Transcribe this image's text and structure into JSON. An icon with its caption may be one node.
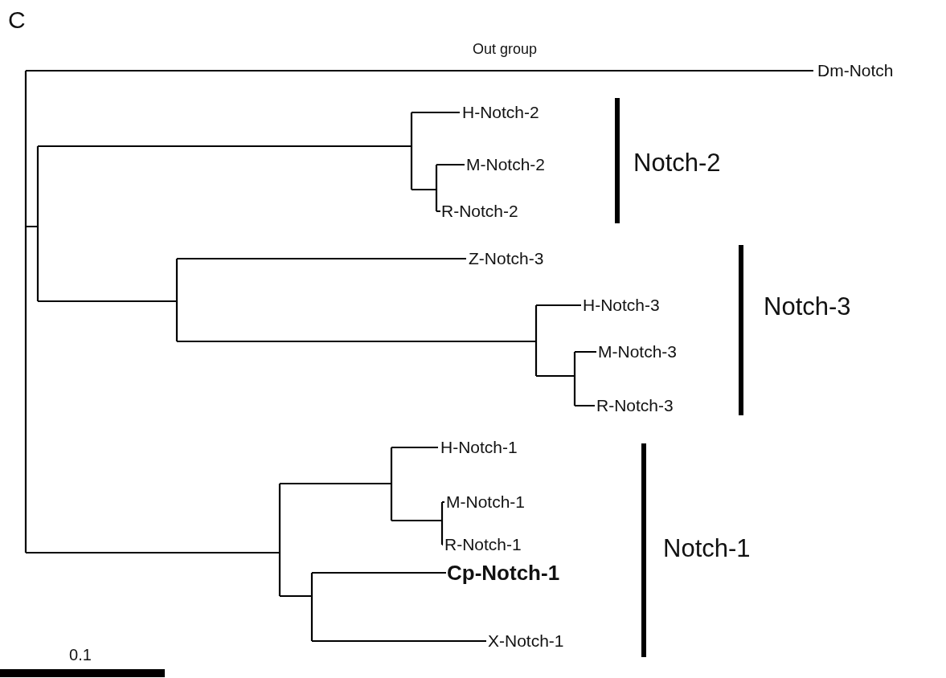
{
  "diagram": {
    "labels": [
      "C",
      "Out group",
      "Dm-Notch",
      "H-Notch-2",
      "M-Notch-2",
      "Notch-2",
      "R-Notch-2",
      "Z-Notch-3",
      "H-Notch-3",
      "Notch-3",
      "M-Notch-3",
      "R-Notch-3",
      "H-Notch-1",
      "M-Notch-1",
      "Notch-1",
      "R-Notch-1",
      "Cp-Notch-1",
      "X-Notch-1",
      "0.1"
    ]
  }
}
